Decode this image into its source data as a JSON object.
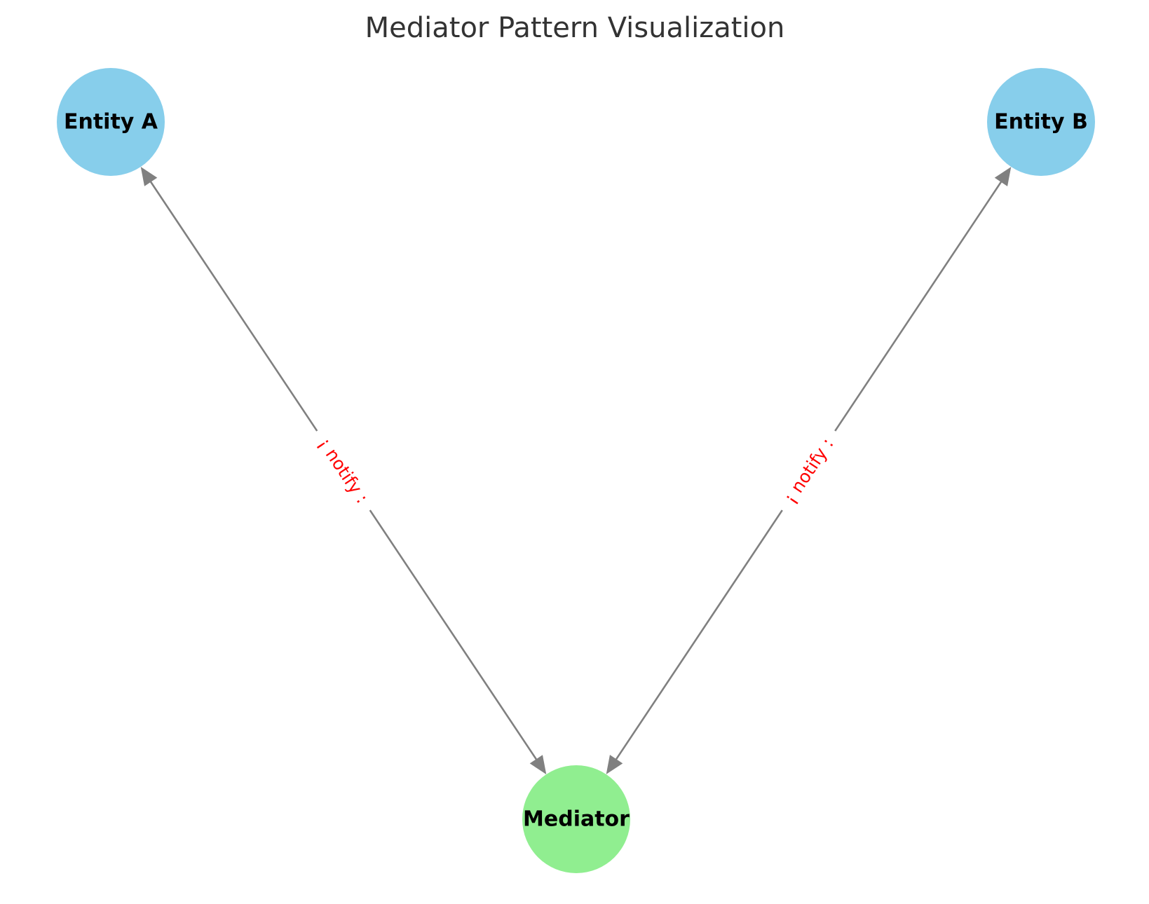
{
  "title": "Mediator Pattern Visualization",
  "nodes": [
    {
      "id": "entity_a",
      "label": "Entity A",
      "color": "#87CEEB"
    },
    {
      "id": "entity_b",
      "label": "Entity B",
      "color": "#87CEEB"
    },
    {
      "id": "mediator",
      "label": "Mediator",
      "color": "#90EE90"
    }
  ],
  "edges": [
    {
      "from": "entity_a",
      "to": "mediator",
      "label": "¡ notify :",
      "bidirectional": true
    },
    {
      "from": "entity_b",
      "to": "mediator",
      "label": "¡ notify :",
      "bidirectional": true
    }
  ],
  "colors": {
    "edge": "#808080",
    "edge_label": "#FF0000",
    "title": "#333333",
    "background": "#FFFFFF"
  }
}
